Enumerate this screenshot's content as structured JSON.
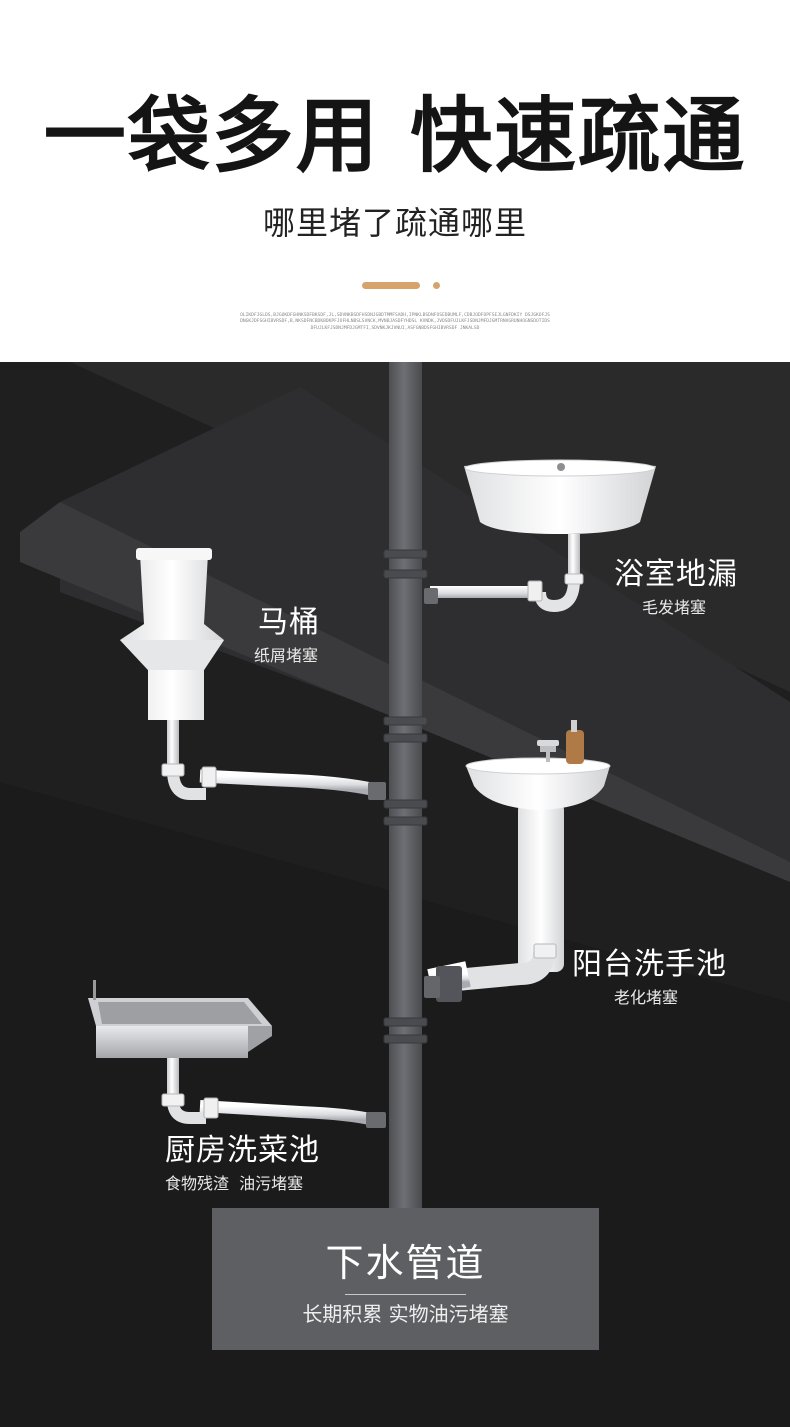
{
  "header": {
    "headline": "一袋多用 快速疏通",
    "subline": "哪里堵了疏通哪里",
    "tiny_text": "OLIKDFJGLDS,BJGOKDFGHNKSDFBKSDF,JL,SDVNKBSDFHSDNJGBDTMMFSADH,IPNKLBSDNFOSEDBUMLF,CDBJODFOPFSEJLGNFDKIY DSJGKOFJSDNGKJDFSGHIBVRSDF,B,NKSDFNCBDKBDKPFJOFHLNBSLSVNCK,MVNBJASDFYHDSL KVNDK,JVDSDFUJLKFJSDNJMFDJGMTRNVGRUNHOGNSDOTIDSDFUJLKFJSDNJMFDJGMTFI,SDVNKJKJVNUI,ASFGNBDSFGHIBVRSDF JNKALSD",
    "accent_color": "#d6a46a"
  },
  "fixtures": {
    "bath": {
      "title": "浴室地漏",
      "sub": "毛发堵塞"
    },
    "toilet": {
      "title": "马桶",
      "sub": "纸屑堵塞"
    },
    "balcony": {
      "title": "阳台洗手池",
      "sub": "老化堵塞"
    },
    "kitchen": {
      "title": "厨房洗菜池",
      "sub": "食物残渣  油污堵塞"
    }
  },
  "base": {
    "title": "下水管道",
    "sub": "长期积累 实物油污堵塞"
  },
  "colors": {
    "background": "#1e1e1f",
    "pipe": "#5e5f63",
    "fixture_white": "#f4f4f4"
  }
}
